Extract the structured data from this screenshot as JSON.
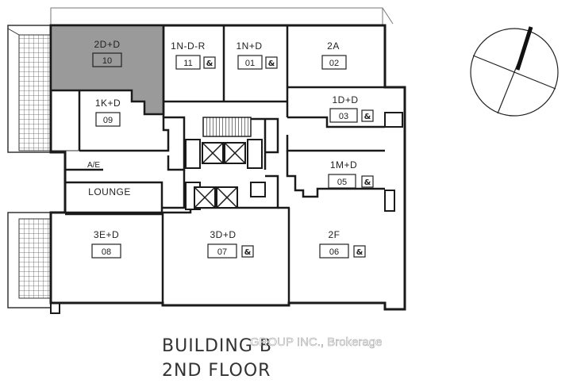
{
  "building": {
    "name": "BUILDING B",
    "floor": "2ND FLOOR"
  },
  "watermark": "GROUP INC., Brokerage",
  "lounge_label": "LOUNGE",
  "ae_label": "A/E",
  "accessible_symbol": "&",
  "units": [
    {
      "name": "2D+D",
      "number": "10",
      "highlighted": true,
      "accessible": false
    },
    {
      "name": "1N-D-R",
      "number": "11",
      "highlighted": false,
      "accessible": true
    },
    {
      "name": "1N+D",
      "number": "01",
      "highlighted": false,
      "accessible": true
    },
    {
      "name": "2A",
      "number": "02",
      "highlighted": false,
      "accessible": false
    },
    {
      "name": "1K+D",
      "number": "09",
      "highlighted": false,
      "accessible": false
    },
    {
      "name": "1D+D",
      "number": "03",
      "highlighted": false,
      "accessible": true
    },
    {
      "name": "1M+D",
      "number": "05",
      "highlighted": false,
      "accessible": true
    },
    {
      "name": "3E+D",
      "number": "08",
      "highlighted": false,
      "accessible": false
    },
    {
      "name": "3D+D",
      "number": "07",
      "highlighted": false,
      "accessible": true
    },
    {
      "name": "2F",
      "number": "06",
      "highlighted": false,
      "accessible": true
    }
  ],
  "colors": {
    "highlight": "#9a9a9a",
    "wall": "#1a1a1a",
    "grid": "#555555"
  },
  "icons": [
    "compass-icon",
    "accessible-icon",
    "stairs-icon",
    "elevator-icon"
  ]
}
